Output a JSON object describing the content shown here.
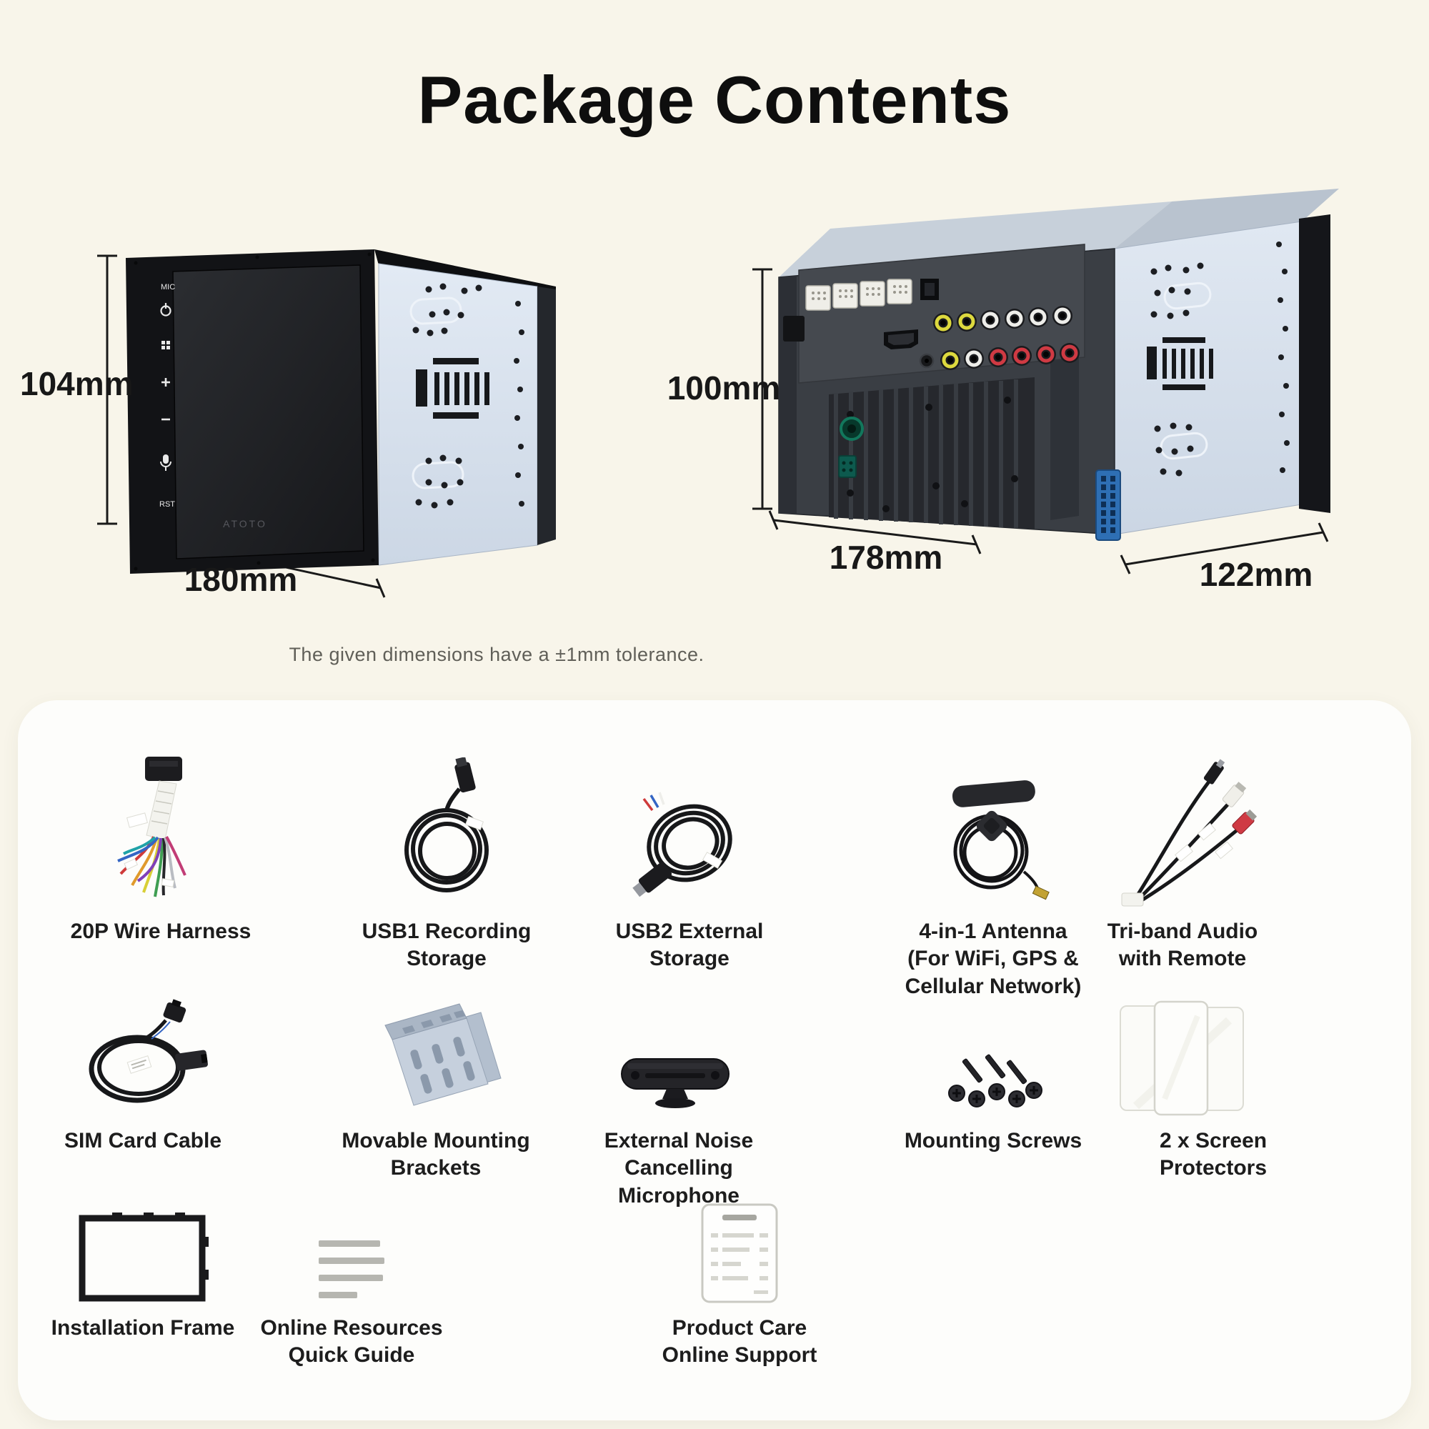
{
  "title": "Package Contents",
  "tolerance_note": "The given dimensions have a ±1mm tolerance.",
  "front_unit": {
    "brand_logo": "ATOTO",
    "height_label": "104mm",
    "width_label": "180mm",
    "button_mic": "MIC",
    "button_rst": "RST",
    "side_icons": [
      "power-icon",
      "apps-grid-icon",
      "volume-plus-icon",
      "volume-minus-icon",
      "voice-mic-icon"
    ]
  },
  "rear_unit": {
    "height_label": "100mm",
    "width_label": "178mm",
    "depth_label": "122mm"
  },
  "accessories": [
    {
      "id": "wire-harness",
      "icon": "wire-harness-icon",
      "label": "20P Wire Harness"
    },
    {
      "id": "usb1",
      "icon": "usb-cable-coil-icon",
      "label": "USB1 Recording Storage"
    },
    {
      "id": "usb2",
      "icon": "usb-cable-coil-icon",
      "label": "USB2 External Storage"
    },
    {
      "id": "antenna",
      "icon": "antenna-coil-icon",
      "label": "4-in-1 Antenna\n(For WiFi, GPS &\nCellular Network)"
    },
    {
      "id": "triband-audio",
      "icon": "rca-splitter-icon",
      "label": "Tri-band Audio\nwith Remote"
    },
    {
      "id": "sim-cable",
      "icon": "sim-cable-icon",
      "label": "SIM Card Cable"
    },
    {
      "id": "brackets",
      "icon": "mounting-bracket-icon",
      "label": "Movable Mounting\nBrackets"
    },
    {
      "id": "microphone",
      "icon": "microphone-bar-icon",
      "label": "External Noise\nCancelling Microphone"
    },
    {
      "id": "screws",
      "icon": "screws-icon",
      "label": "Mounting Screws"
    },
    {
      "id": "protectors",
      "icon": "screen-protectors-icon",
      "label": "2 x Screen\nProtectors"
    },
    {
      "id": "frame",
      "icon": "installation-frame-icon",
      "label": "Installation Frame"
    },
    {
      "id": "resources",
      "icon": "document-lines-icon",
      "label": "Online Resources\nQuick Guide"
    },
    {
      "id": "care",
      "icon": "support-card-icon",
      "label": "Product Care\nOnline Support"
    }
  ],
  "colors": {
    "background": "#f8f5ea",
    "card": "#fdfdfb",
    "text_dark": "#181818",
    "note_gray": "#605f58",
    "chassis_blue": "#d9e2ee",
    "rca_yellow": "#ddd93e",
    "rca_red": "#cf3a43",
    "rca_white": "#eeeeea",
    "connector_blue": "#2e6fb4",
    "connector_green": "#12775c"
  }
}
